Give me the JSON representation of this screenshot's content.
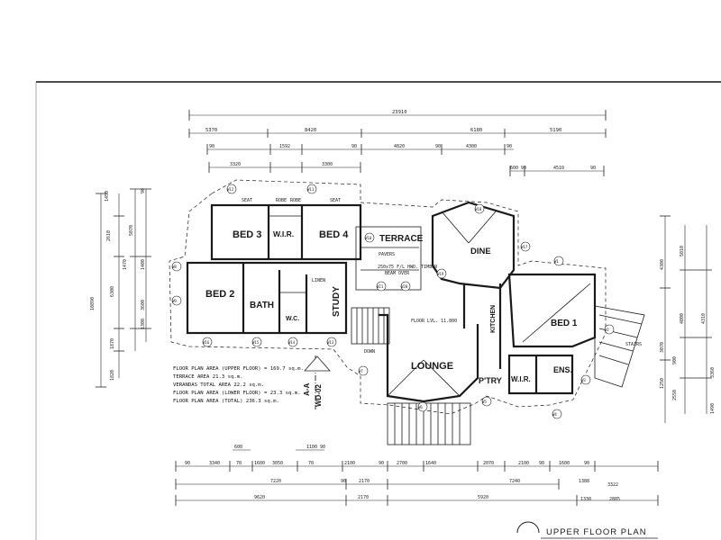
{
  "rooms": {
    "bed3": "BED 3",
    "wir_top": "W.I.R.",
    "bed4": "BED 4",
    "terrace": "TERRACE",
    "dine": "DINE",
    "bed2": "BED 2",
    "bath": "BATH",
    "study": "STUDY",
    "lounge": "LOUNGE",
    "bed1": "BED 1",
    "ptry": "P'TRY",
    "wir_bed1": "W.I.R.",
    "ens": "ENS.",
    "kitchen": "KITCHEN",
    "wc": "W.C."
  },
  "labels": {
    "robe1": "ROBE",
    "robe2": "ROBE",
    "seat1": "SEAT",
    "seat2": "SEAT",
    "pavers": "PAVERS",
    "timber": "250x75 F/L HWD. TIMBER",
    "beam": "BEAM OVER",
    "floor_level": "FLOOR LVL. 11.800",
    "down": "DOWN",
    "linen": "LINEN",
    "section_a": "A-A",
    "section_ref": "WD-02",
    "title": "UPPER FLOOR PLAN",
    "stairs": "STAIRS"
  },
  "area_notes": [
    "FLOOR PLAN AREA (UPPER FLOOR) = 169.7 sq.m.",
    "TERRACE AREA               21.3 sq.m.",
    "VERANDAS TOTAL AREA        22.2 sq.m.",
    "FLOOR PLAN AREA (LOWER FLOOR) = 23.3 sq.m.",
    "FLOOR PLAN AREA (TOTAL)    236.3 sq.m."
  ],
  "dimensions": {
    "overall": "23910",
    "top_row1": [
      "5370",
      "8420",
      "6180",
      "5190"
    ],
    "top_row2": [
      "90",
      "1592",
      "90",
      "4820",
      "90",
      "4300",
      "90"
    ],
    "top_row3": [
      "3320",
      "3300"
    ],
    "top_row4": [
      "600",
      "90",
      "4510",
      "90"
    ],
    "bottom_row1": [
      "90",
      "3340",
      "70",
      "1600",
      "3050",
      "70",
      "2100",
      "90",
      "2700",
      "1640",
      "2070",
      "2100",
      "90",
      "1600",
      "90"
    ],
    "bottom_row2": [
      "7220",
      "90",
      "2170",
      "7240"
    ],
    "bottom_row3": [
      "9620",
      "2170",
      "5920",
      "3322"
    ],
    "bottom_extra": [
      "600",
      "1100",
      "90",
      "1388",
      "1330",
      "2885"
    ],
    "left": [
      "1450",
      "2610",
      "5070",
      "1470",
      "1400",
      "3600",
      "6300",
      "10890",
      "1870",
      "1820",
      "90",
      "1300"
    ],
    "right": [
      "4300",
      "3070",
      "4000",
      "4310",
      "1250",
      "900",
      "2550",
      "3360",
      "5010",
      "1490"
    ]
  },
  "window_tags": [
    "W12",
    "W11",
    "W10",
    "W8",
    "W9",
    "W16",
    "W15",
    "W14",
    "W13",
    "W7",
    "W6",
    "W5",
    "W4",
    "W3",
    "W2",
    "W1",
    "W17",
    "W18",
    "W19",
    "W21",
    "W20"
  ]
}
